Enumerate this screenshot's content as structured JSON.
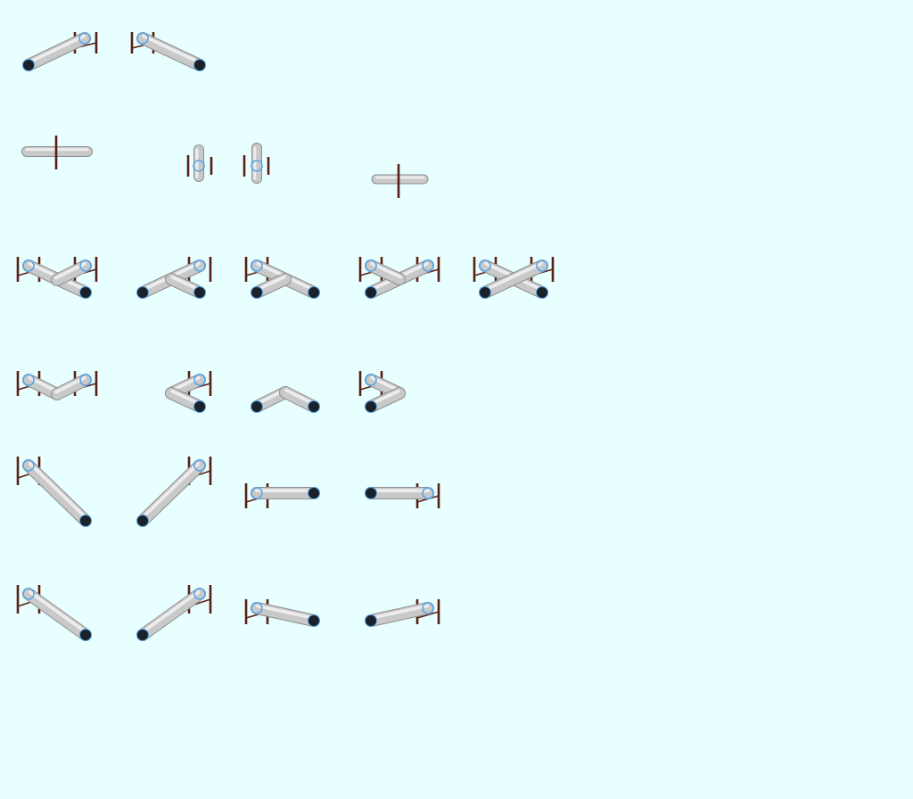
{
  "sheet": {
    "background": "#e8ffff",
    "pipe_color": "#c9c9c9",
    "pipe_highlight": "#f2f2f2",
    "pipe_shadow": "#8f8f8f",
    "cap_color": "#1b2128",
    "rim_color": "#5aa6e6",
    "stand_color": "#5a1e14"
  },
  "sprites": [
    {
      "name": "pipe-diag-down-left-with-stand",
      "kind": "straight"
    },
    {
      "name": "pipe-diag-down-right-with-stand",
      "kind": "straight"
    },
    {
      "name": "pipe-horizontal-cross-post",
      "kind": "straight"
    },
    {
      "name": "pipe-vertical-short-a",
      "kind": "vertical"
    },
    {
      "name": "pipe-vertical-short-b",
      "kind": "vertical"
    },
    {
      "name": "pipe-horizontal-flat-cross-post",
      "kind": "straight"
    },
    {
      "name": "pipe-tee-left-branch",
      "kind": "tee"
    },
    {
      "name": "pipe-tee-right-branch",
      "kind": "tee"
    },
    {
      "name": "pipe-tee-down-branch",
      "kind": "tee"
    },
    {
      "name": "pipe-tee-up-branch",
      "kind": "tee"
    },
    {
      "name": "pipe-cross-junction",
      "kind": "cross"
    },
    {
      "name": "pipe-elbow-v-stands",
      "kind": "elbow"
    },
    {
      "name": "pipe-elbow-left-point",
      "kind": "elbow"
    },
    {
      "name": "pipe-elbow-up-point",
      "kind": "elbow"
    },
    {
      "name": "pipe-elbow-right-point",
      "kind": "elbow"
    },
    {
      "name": "pipe-steep-diag-down-right",
      "kind": "straight"
    },
    {
      "name": "pipe-steep-diag-down-left",
      "kind": "straight"
    },
    {
      "name": "pipe-horizontal-stand-left",
      "kind": "straight"
    },
    {
      "name": "pipe-horizontal-stand-right",
      "kind": "straight"
    },
    {
      "name": "pipe-mid-diag-down-right",
      "kind": "straight"
    },
    {
      "name": "pipe-mid-diag-down-left",
      "kind": "straight"
    },
    {
      "name": "pipe-shallow-diag-down-right",
      "kind": "straight"
    },
    {
      "name": "pipe-shallow-diag-up-right",
      "kind": "straight"
    }
  ]
}
